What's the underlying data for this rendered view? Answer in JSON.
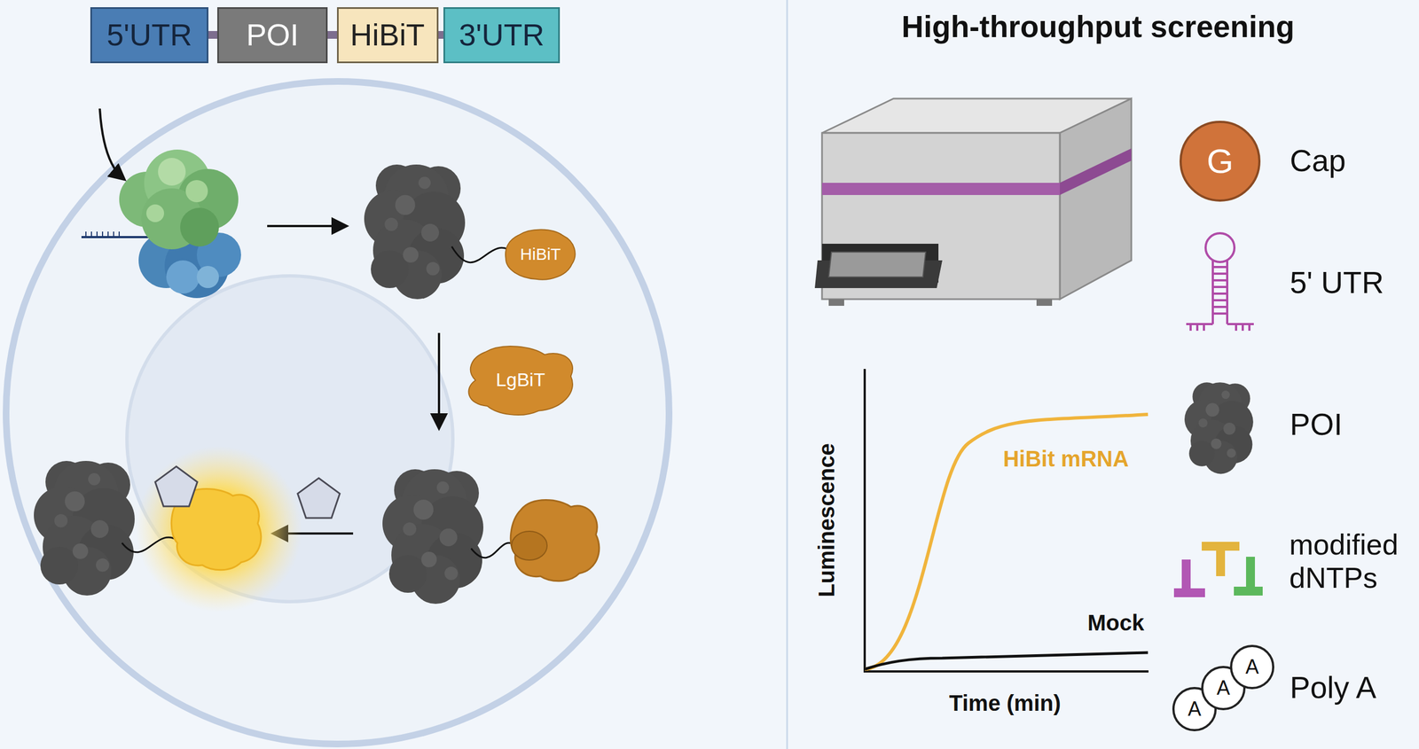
{
  "diagram": {
    "title": "High-throughput screening",
    "nodes": [
      {
        "text": [
          "5'UTR"
        ]
      },
      {
        "text": [
          "POI"
        ]
      },
      {
        "text": [
          "HiBiT"
        ]
      },
      {
        "text": [
          "3'UTR"
        ]
      },
      {
        "text": [
          "HiBiT"
        ]
      },
      {
        "text": [
          "LgBiT"
        ]
      },
      {
        "text": [
          "G"
        ]
      },
      {
        "text": [
          "A"
        ]
      },
      {
        "text": [
          "A"
        ]
      },
      {
        "text": [
          "A"
        ]
      }
    ],
    "labels": [
      "Luminescence",
      "HiBit mRNA",
      "Mock",
      "Time (min)",
      "Cap",
      "5' UTR",
      "POI",
      "modified dNTPs",
      "Poly A"
    ]
  }
}
